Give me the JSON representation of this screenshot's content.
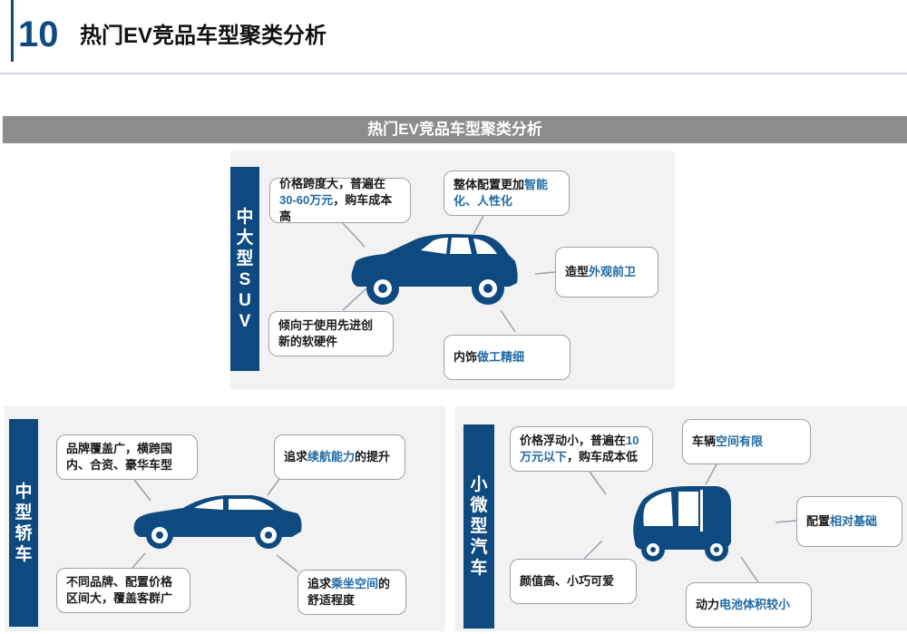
{
  "header": {
    "number": "10",
    "title": "热门EV竞品车型聚类分析"
  },
  "banner": "热门EV竞品车型聚类分析",
  "suv": {
    "label": "中大型SUV",
    "notes": {
      "price_a": "价格跨度大，普遍在",
      "price_hl": "30-60万元",
      "price_b": "，购车成本高",
      "config_a": "整体配置更加",
      "config_hl": "智能化、人性化",
      "shape_a": "造型",
      "shape_hl": "外观前卫",
      "tech": "倾向于使用先进创新的软硬件",
      "interior_a": "内饰",
      "interior_hl": "做工精细"
    }
  },
  "sedan": {
    "label": "中型轿车",
    "notes": {
      "brand": "品牌覆盖广，横跨国内、合资、豪华车型",
      "range_a": "追求",
      "range_hl": "续航能力",
      "range_b": "的提升",
      "price": "不同品牌、配置价格区间大，覆盖客群广",
      "comfort_a": "追求",
      "comfort_hl": "乘坐空间",
      "comfort_b": "的舒适程度"
    }
  },
  "mini": {
    "label": "小微型汽车",
    "notes": {
      "price_a": "价格浮动小，普遍在",
      "price_hl": "10万元以下",
      "price_b": "，购车成本低",
      "space_a": "车辆",
      "space_hl": "空间有限",
      "config_a": "配置",
      "config_hl": "相对基础",
      "look": "颜值高、小巧可爱",
      "battery_a": "动力",
      "battery_hl": "电池体积较小"
    }
  },
  "colors": {
    "brand_blue": "#0e4a7f",
    "highlight": "#1f6aa5",
    "banner_gray": "#8c8c8c",
    "panel_bg": "#f2f2f2"
  }
}
